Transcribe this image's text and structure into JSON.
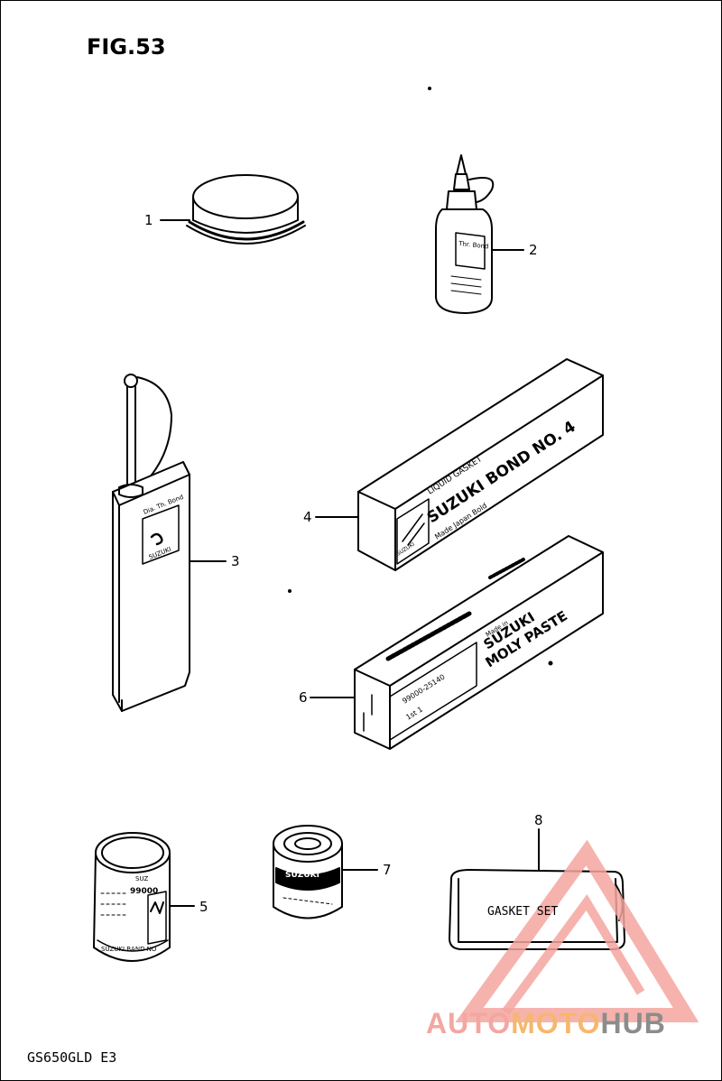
{
  "figure_title": "FIG.53",
  "model_code": "GS650GLD E3",
  "callouts": [
    "1",
    "2",
    "3",
    "4",
    "5",
    "6",
    "7",
    "8"
  ],
  "labels": {
    "bottle": "Thr. Bond",
    "oil_can_a": "Dia. Th. Bond",
    "bond_top": "LIQUID GASKET",
    "bond_main": "SUZUKI BOND NO. 4",
    "bond_sub": "Made Japan Bold",
    "bond_logo": "SUZUKI",
    "moly_top": "Made in",
    "moly_main_1": "SUZUKI",
    "moly_main_2": "MOLY PASTE",
    "moly_part": "99000-25140",
    "moly_qty": "1st 1",
    "can5_a": "SUZ",
    "can5_b": "99000",
    "can5_c": "SUZUKI BAND NO",
    "can7": "SUZUKI",
    "gasket": "GASKET SET"
  },
  "watermark": {
    "part_a": "AUTO",
    "part_b": "MOTO",
    "part_c": "HUB",
    "color_a": "#f4a6a0",
    "color_b": "#f6b76d",
    "color_c": "#8c8c8c"
  }
}
